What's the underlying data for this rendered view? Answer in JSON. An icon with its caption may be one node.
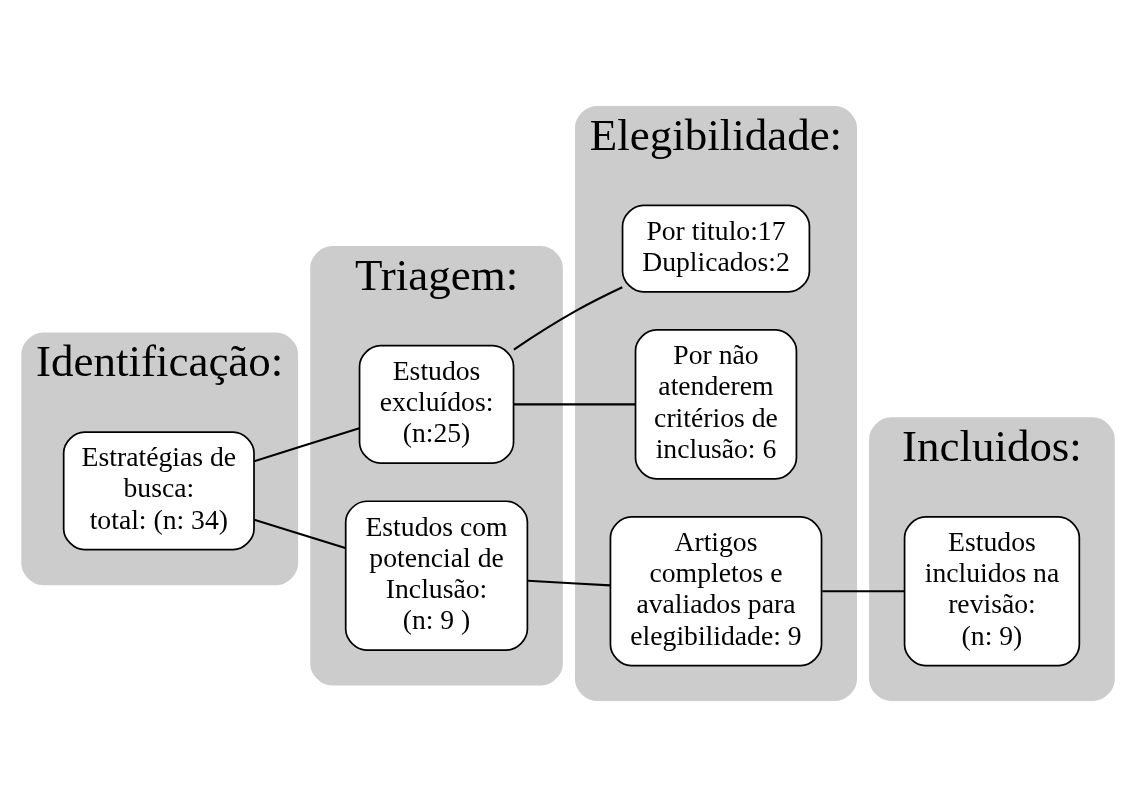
{
  "diagram": {
    "nodes": [
      {
        "text": [
          "Identificação:"
        ]
      },
      {
        "text": [
          "Estratégias de busca:",
          "total: (n: 34)"
        ],
        "in": 0
      },
      {
        "text": [
          "Triagem:"
        ]
      },
      {
        "text": [
          "Estudos excluídos:",
          "(n:25)"
        ],
        "in": 2
      },
      {
        "text": [
          "Estudos com potencial de Inclusão:",
          "(n: 9 )"
        ],
        "in": 2
      },
      {
        "text": [
          "Elegibilidade:"
        ]
      },
      {
        "text": [
          "Por titulo:17",
          "Duplicados:2"
        ],
        "in": 5
      },
      {
        "text": [
          "Por não atenderem critérios de inclusão: 6"
        ],
        "in": 5
      },
      {
        "text": [
          "Artigos completos e avaliados para elegibilidade: 9"
        ],
        "in": 5
      },
      {
        "text": [
          "Incluidos:"
        ]
      },
      {
        "text": [
          "Estudos incluidos na revisão:",
          "(n: 9)"
        ],
        "in": 9
      }
    ],
    "edges": [
      {
        "from": 1,
        "to": 3,
        "arrow": "none"
      },
      {
        "from": 1,
        "to": 4,
        "arrow": "none"
      },
      {
        "from": 3,
        "to": 6,
        "arrow": "none"
      },
      {
        "from": 3,
        "to": 7,
        "arrow": "none"
      },
      {
        "from": 4,
        "to": 8,
        "arrow": "none"
      },
      {
        "from": 8,
        "to": 10,
        "arrow": "none"
      }
    ]
  }
}
